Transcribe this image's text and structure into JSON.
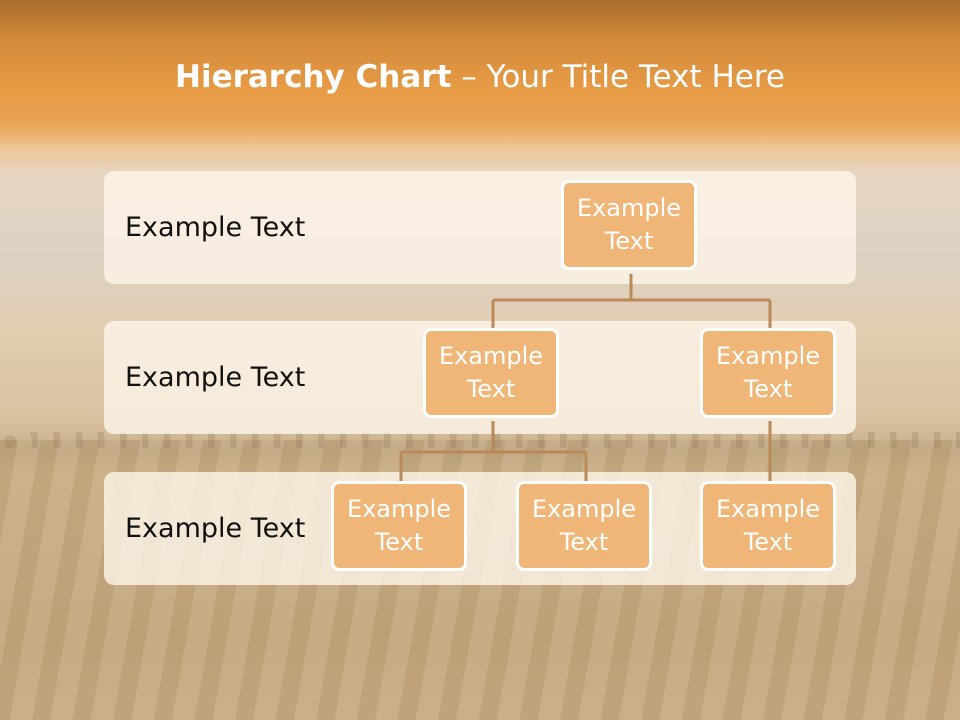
{
  "title": {
    "bold": "Hierarchy Chart",
    "rest": " – Your Title Text Here"
  },
  "bands": [
    {
      "label": "Example Text"
    },
    {
      "label": "Example Text"
    },
    {
      "label": "Example Text"
    }
  ],
  "nodes": {
    "root": "Example Text",
    "level2_left": "Example Text",
    "level2_right": "Example Text",
    "level3_left": "Example Text",
    "level3_middle": "Example Text",
    "level3_right": "Example Text"
  },
  "colors": {
    "node_fill": "#f0b678",
    "connector": "#b98a58",
    "band_fill": "#fdf4e8"
  }
}
